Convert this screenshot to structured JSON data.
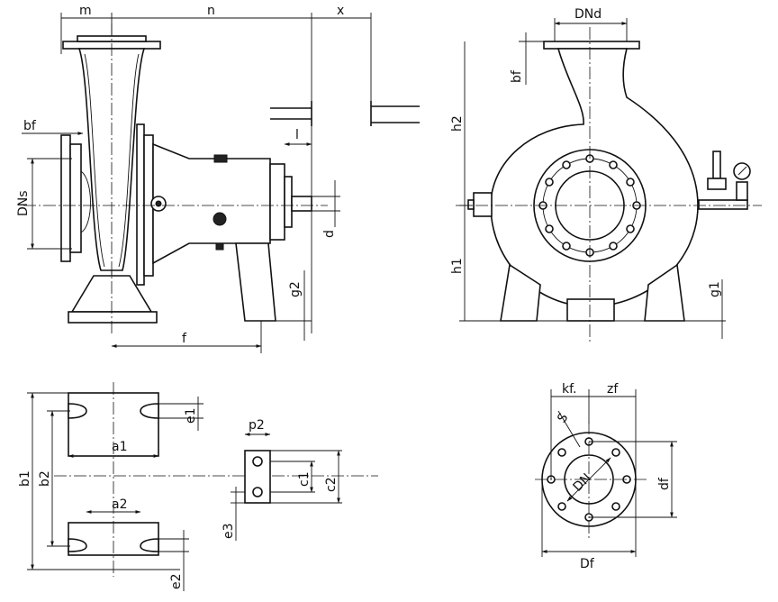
{
  "labels": {
    "m": "m",
    "n": "n",
    "x": "x",
    "bf": "bf",
    "dns": "DNs",
    "l": "l",
    "d": "d",
    "g2": "g2",
    "f": "f",
    "dnd": "DNd",
    "h2": "h2",
    "h1": "h1",
    "g1": "g1",
    "b1": "b1",
    "b2": "b2",
    "a1": "a1",
    "a2": "a2",
    "e1": "e1",
    "e2": "e2",
    "p2": "p2",
    "c1": "c1",
    "c2": "c2",
    "e3": "e3",
    "kf": "kf.",
    "zf": "zf",
    "s": "S",
    "dn": "DN",
    "df": "df",
    "Df": "Df"
  }
}
